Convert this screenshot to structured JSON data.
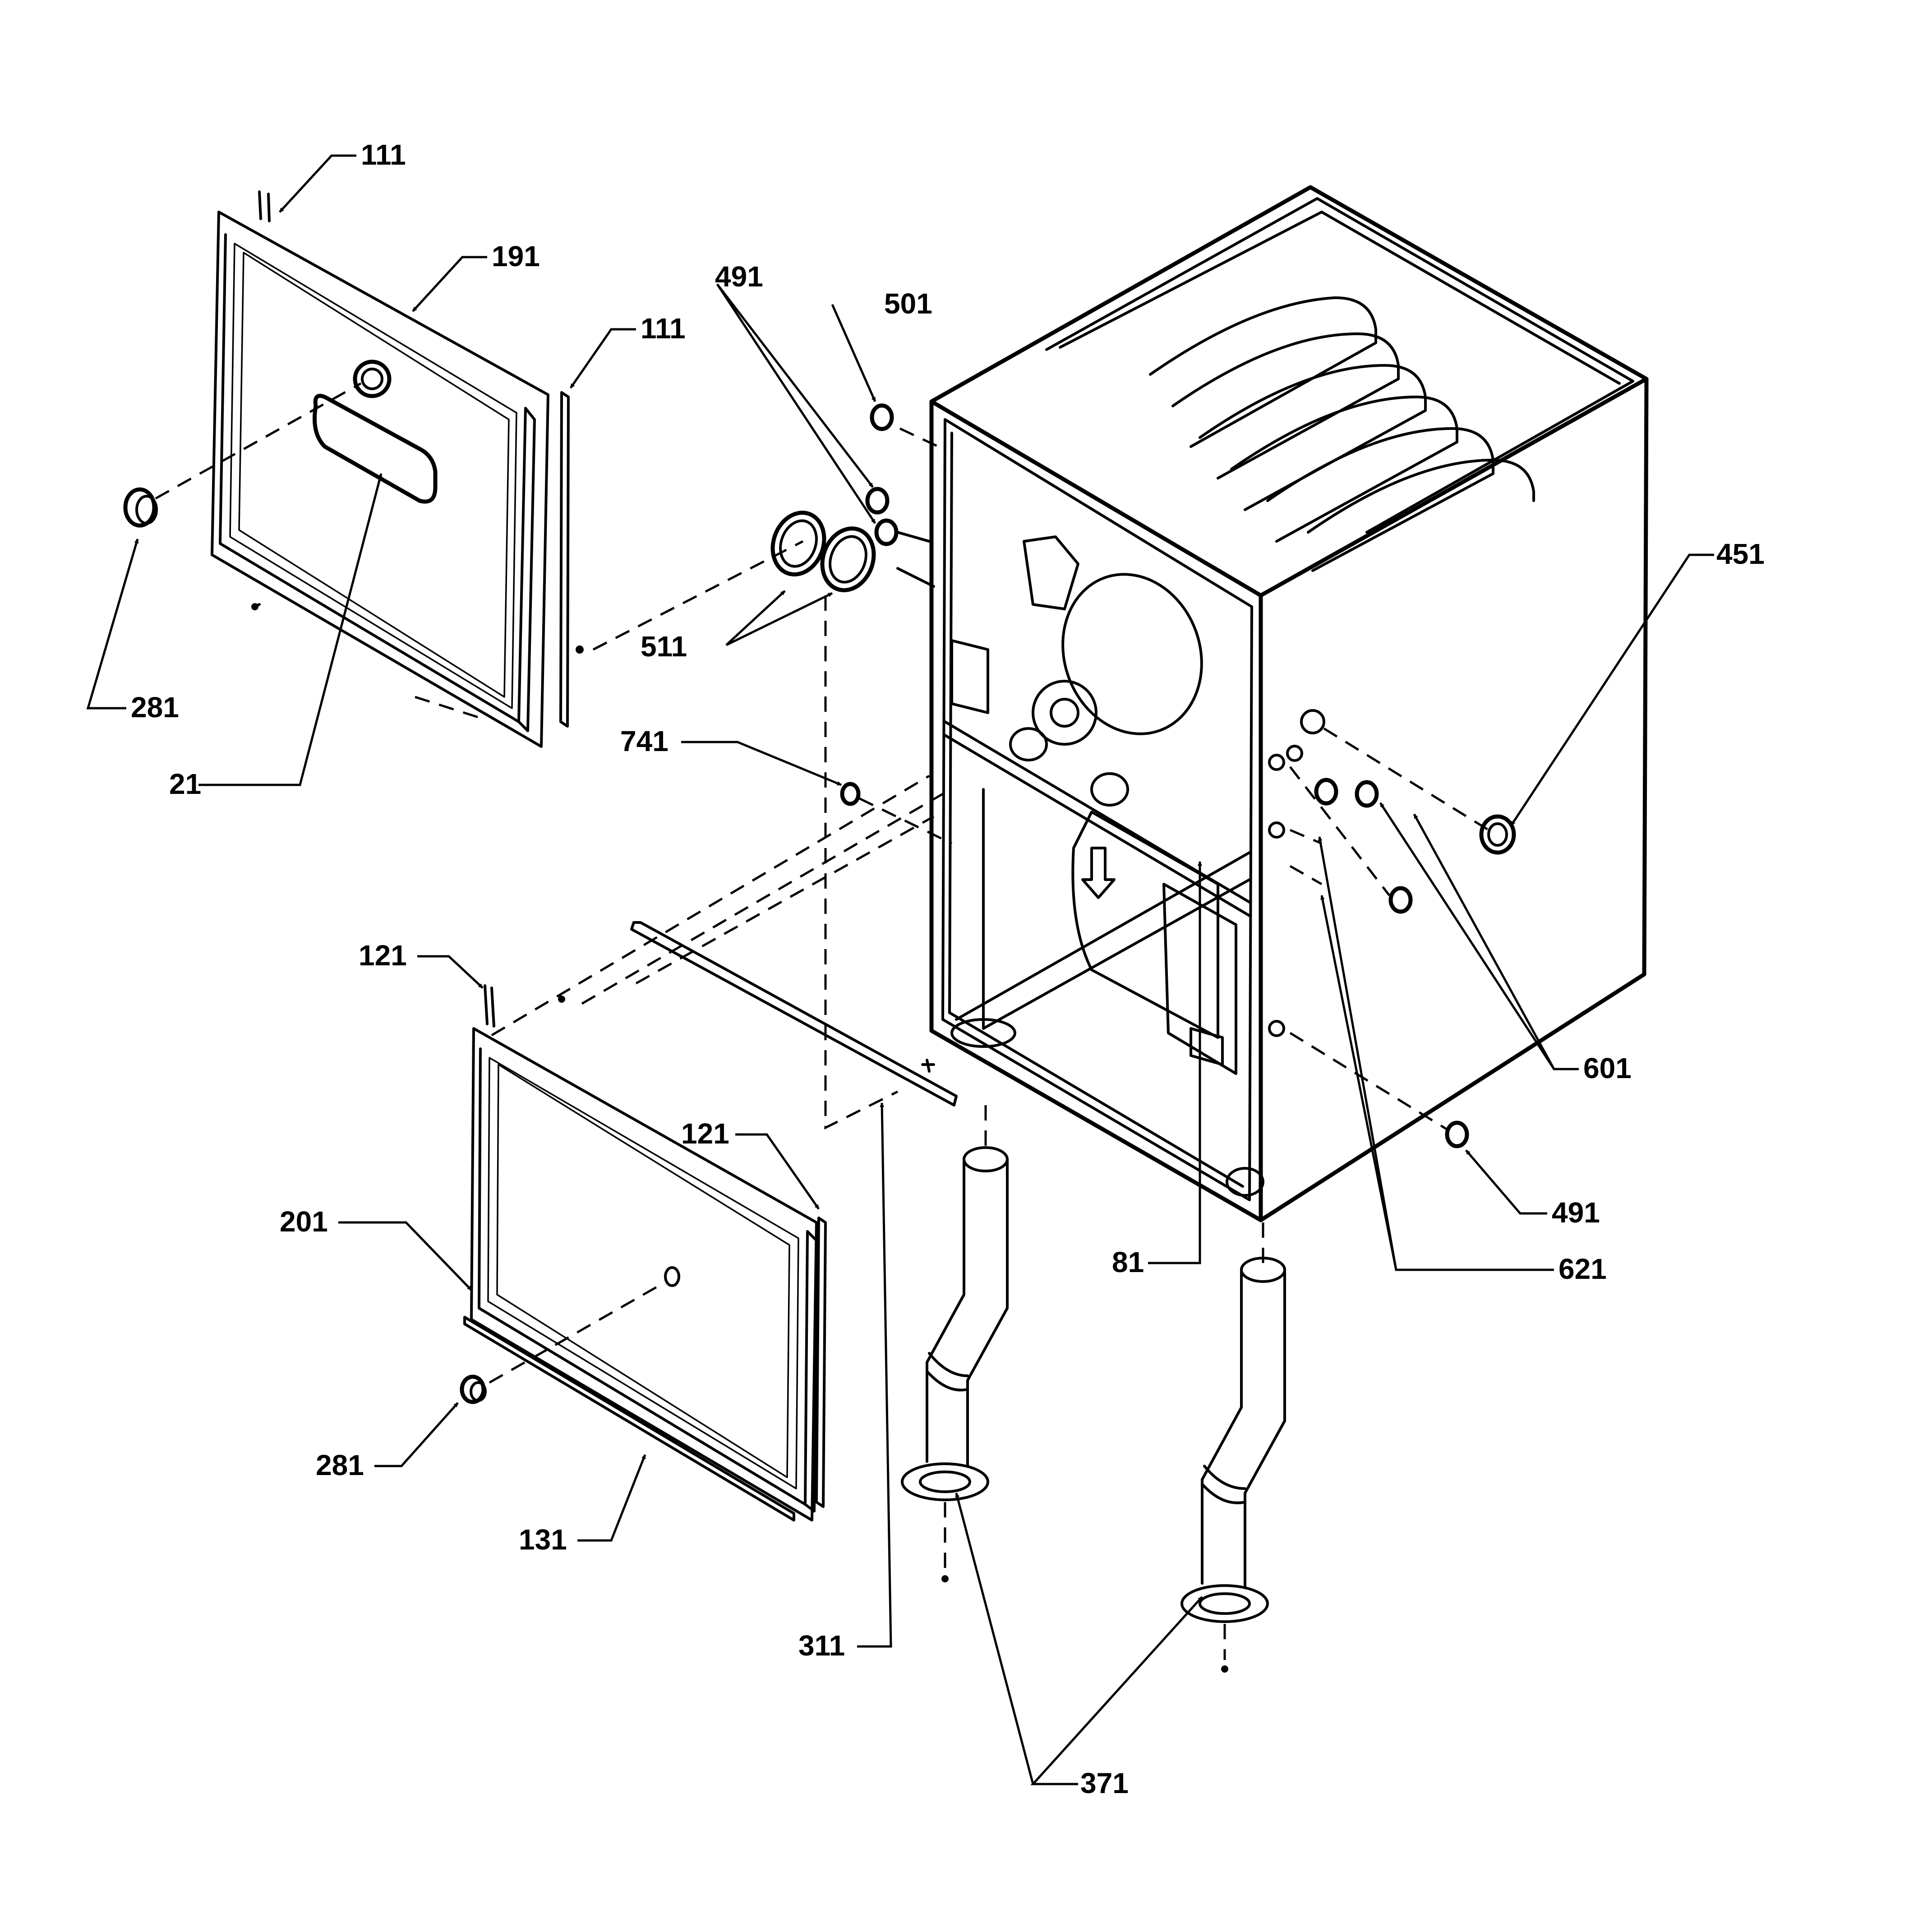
{
  "diagram": {
    "callouts": [
      {
        "id": "c111a",
        "label": "111"
      },
      {
        "id": "c191",
        "label": "191"
      },
      {
        "id": "c111b",
        "label": "111"
      },
      {
        "id": "c491a",
        "label": "491"
      },
      {
        "id": "c501",
        "label": "501"
      },
      {
        "id": "c451",
        "label": "451"
      },
      {
        "id": "c281a",
        "label": "281"
      },
      {
        "id": "c21",
        "label": "21"
      },
      {
        "id": "c511",
        "label": "511"
      },
      {
        "id": "c741",
        "label": "741"
      },
      {
        "id": "c121a",
        "label": "121"
      },
      {
        "id": "c121b",
        "label": "121"
      },
      {
        "id": "c201",
        "label": "201"
      },
      {
        "id": "c281b",
        "label": "281"
      },
      {
        "id": "c131",
        "label": "131"
      },
      {
        "id": "c311",
        "label": "311"
      },
      {
        "id": "c81",
        "label": "81"
      },
      {
        "id": "c601",
        "label": "601"
      },
      {
        "id": "c491b",
        "label": "491"
      },
      {
        "id": "c621",
        "label": "621"
      },
      {
        "id": "c371",
        "label": "371"
      }
    ]
  }
}
